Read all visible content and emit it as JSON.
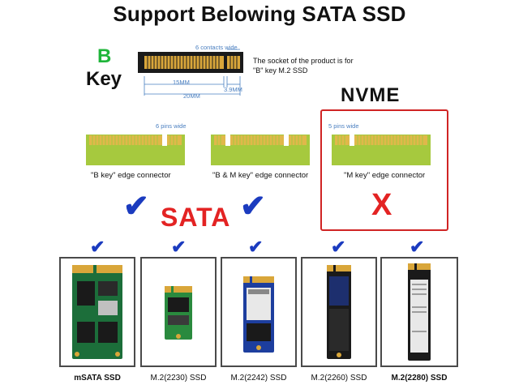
{
  "title": "Support Belowing SATA SSD",
  "key_graphic": {
    "b_letter": "B",
    "key_word": "Key",
    "contacts_label": "6 contacts wide",
    "dim_15": "15MM",
    "dim_20": "20MM",
    "dim_39": "3.9MM",
    "socket_line1": "The socket of the product is for",
    "socket_line2": "\"B\" key M.2 SSD"
  },
  "connectors": [
    {
      "label": "\"B key\" edge connector",
      "pins_label": "6 pins wide"
    },
    {
      "label": "\"B & M key\" edge connector",
      "pins_label": ""
    },
    {
      "label": "\"M key\" edge connector",
      "pins_label": "5 pins wide"
    }
  ],
  "nvme_label": "NVME",
  "sata_label": "SATA",
  "x_mark": "X",
  "check_glyph": "✔",
  "products": [
    {
      "label": "mSATA SSD",
      "bold": true
    },
    {
      "label": "M.2(2230) SSD",
      "bold": false
    },
    {
      "label": "M.2(2242) SSD",
      "bold": false
    },
    {
      "label": "M.2(2260) SSD",
      "bold": false
    },
    {
      "label": "M.2(2280) SSD",
      "bold": true
    }
  ],
  "colors": {
    "accent_red": "#e32323",
    "check_blue": "#1b3bbf",
    "pcb_green": "#a6c93e",
    "b_green": "#1fb53a",
    "gold": "#d9a63a"
  }
}
